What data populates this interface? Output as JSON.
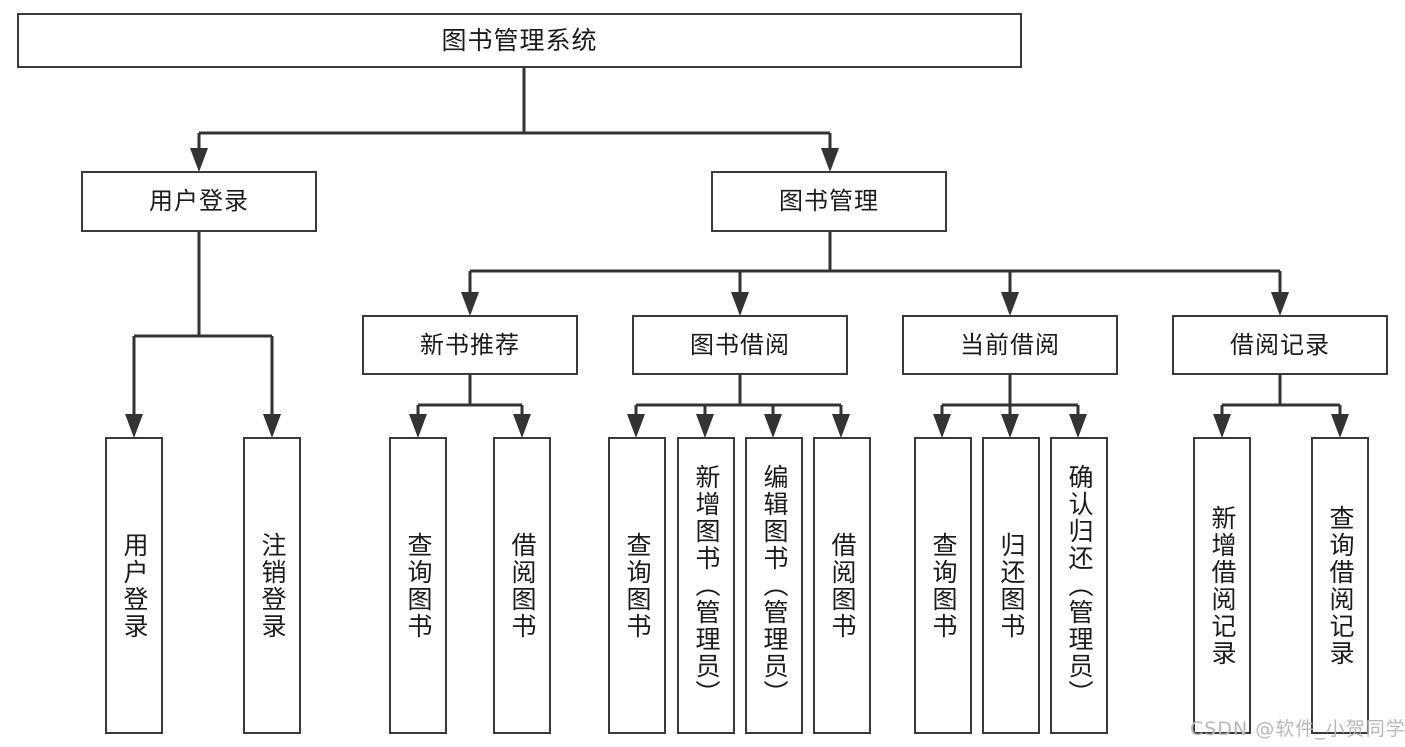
{
  "diagram": {
    "title": "图书管理系统",
    "watermark": "CSDN @软件_小贺同学",
    "colors": {
      "box_border": "#3a3a3a",
      "box_fill": "#ffffff",
      "edge": "#333333",
      "text": "#1b1b1b",
      "watermark": "#b9b9b9"
    },
    "levels": {
      "level1": [
        "图书管理系统"
      ],
      "level2": [
        "用户登录",
        "图书管理"
      ],
      "level3": [
        "新书推荐",
        "图书借阅",
        "当前借阅",
        "借阅记录"
      ],
      "level4": [
        "用户登录",
        "注销登录",
        "查询图书",
        "借阅图书",
        "查询图书",
        "新增图书（管理员）",
        "编辑图书（管理员）",
        "借阅图书",
        "查询图书",
        "归还图书",
        "确认归还（管理员）",
        "新增借阅记录",
        "查询借阅记录"
      ]
    },
    "nodes": {
      "root": {
        "label": "图书管理系统"
      },
      "user_login": {
        "label": "用户登录"
      },
      "book_mgmt": {
        "label": "图书管理"
      },
      "new_book_rec": {
        "label": "新书推荐"
      },
      "book_borrow": {
        "label": "图书借阅"
      },
      "current_borrow": {
        "label": "当前借阅"
      },
      "borrow_record": {
        "label": "借阅记录"
      },
      "leaf_user_login": {
        "label": "用户登录"
      },
      "leaf_user_logout": {
        "label": "注销登录"
      },
      "leaf_rec_query": {
        "label": "查询图书"
      },
      "leaf_rec_borrow": {
        "label": "借阅图书"
      },
      "leaf_borrow_query": {
        "label": "查询图书"
      },
      "leaf_borrow_add": {
        "label": "新增图书（管理员）"
      },
      "leaf_borrow_edit": {
        "label": "编辑图书（管理员）"
      },
      "leaf_borrow_take": {
        "label": "借阅图书"
      },
      "leaf_cur_query": {
        "label": "查询图书"
      },
      "leaf_cur_return": {
        "label": "归还图书"
      },
      "leaf_cur_confirm": {
        "label": "确认归还（管理员）"
      },
      "leaf_rec_add": {
        "label": "新增借阅记录"
      },
      "leaf_rec_search": {
        "label": "查询借阅记录"
      }
    }
  }
}
